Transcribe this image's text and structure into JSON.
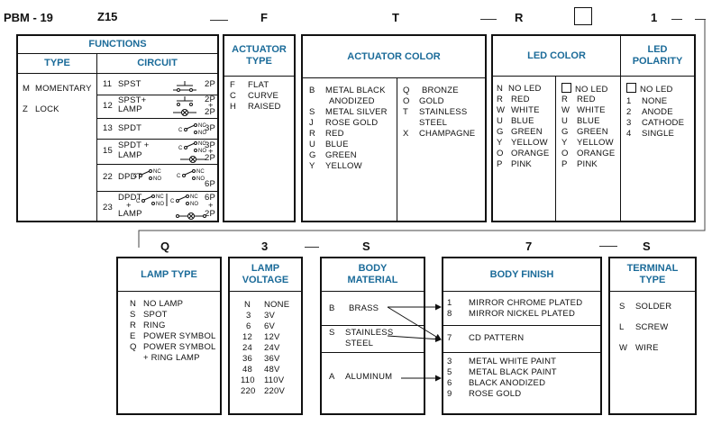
{
  "codes": {
    "model": "PBM - 19",
    "functions": "Z15",
    "actuator_type": "F",
    "actuator_color": "T",
    "led_color": "R",
    "led_polarity": "1",
    "lamp_type": "Q",
    "lamp_voltage": "3",
    "body_material": "S",
    "body_finish": "7",
    "terminal_type": "S"
  },
  "functions": {
    "title": "FUNCTIONS",
    "type_header": "TYPE",
    "circuit_header": "CIRCUIT",
    "types": [
      {
        "code": "M",
        "label": "MOMENTARY"
      },
      {
        "code": "Z",
        "label": "LOCK"
      }
    ],
    "circuits": [
      {
        "code": "11",
        "name": "SPST",
        "name2": "",
        "poles": "2P",
        "poles2": "",
        "poles3": ""
      },
      {
        "code": "12",
        "name": "SPST+",
        "name2": "LAMP",
        "poles": "2P",
        "poles2": "+",
        "poles3": "2P"
      },
      {
        "code": "13",
        "name": "SPDT",
        "name2": "",
        "poles": "3P",
        "poles2": "",
        "poles3": ""
      },
      {
        "code": "15",
        "name": "SPDT +",
        "name2": "LAMP",
        "poles": "3P",
        "poles2": "+",
        "poles3": "2P"
      },
      {
        "code": "22",
        "name": "DPDT",
        "name2": "",
        "poles": "6P",
        "poles2": "",
        "poles3": ""
      },
      {
        "code": "23",
        "name": "DPDT",
        "name2": "+",
        "name3": "LAMP",
        "poles": "6P",
        "poles2": "+",
        "poles3": "2P"
      }
    ],
    "contact_labels": {
      "c": "C",
      "nc": "NC",
      "no": "NO"
    }
  },
  "actuator_type": {
    "title_l1": "ACTUATOR",
    "title_l2": "TYPE",
    "items": [
      {
        "code": "F",
        "label": "FLAT"
      },
      {
        "code": "C",
        "label": "CURVE"
      },
      {
        "code": "H",
        "label": "RAISED"
      }
    ]
  },
  "actuator_color": {
    "title": "ACTUATOR COLOR",
    "col1": [
      {
        "code": "B",
        "label": "METAL BLACK"
      },
      {
        "code": "",
        "label": "ANODIZED"
      },
      {
        "code": "S",
        "label": "METAL SILVER"
      },
      {
        "code": "J",
        "label": "ROSE GOLD"
      },
      {
        "code": "R",
        "label": "RED"
      },
      {
        "code": "U",
        "label": "BLUE"
      },
      {
        "code": "G",
        "label": "GREEN"
      },
      {
        "code": "Y",
        "label": "YELLOW"
      }
    ],
    "col2": [
      {
        "code": "Q",
        "label": "BRONZE"
      },
      {
        "code": "O",
        "label": "GOLD"
      },
      {
        "code": "T",
        "label": "STAINLESS"
      },
      {
        "code": "",
        "label": "STEEL"
      },
      {
        "code": "X",
        "label": "CHAMPAGNE"
      }
    ]
  },
  "led_color": {
    "title": "LED COLOR",
    "col1": [
      {
        "code": "N",
        "label": "NO LED"
      },
      {
        "code": "R",
        "label": "RED"
      },
      {
        "code": "W",
        "label": "WHITE"
      },
      {
        "code": "U",
        "label": "BLUE"
      },
      {
        "code": "G",
        "label": "GREEN"
      },
      {
        "code": "Y",
        "label": "YELLOW"
      },
      {
        "code": "O",
        "label": "ORANGE"
      },
      {
        "code": "P",
        "label": "PINK"
      }
    ],
    "col2": [
      {
        "code": "",
        "label": "NO LED"
      },
      {
        "code": "R",
        "label": "RED"
      },
      {
        "code": "W",
        "label": "WHITE"
      },
      {
        "code": "U",
        "label": "BLUE"
      },
      {
        "code": "G",
        "label": "GREEN"
      },
      {
        "code": "Y",
        "label": "YELLOW"
      },
      {
        "code": "O",
        "label": "ORANGE"
      },
      {
        "code": "P",
        "label": "PINK"
      }
    ]
  },
  "led_polarity": {
    "title_l1": "LED",
    "title_l2": "POLARITY",
    "items": [
      {
        "code": "",
        "label": "NO LED"
      },
      {
        "code": "1",
        "label": "NONE"
      },
      {
        "code": "2",
        "label": "ANODE"
      },
      {
        "code": "3",
        "label": "CATHODE"
      },
      {
        "code": "4",
        "label": "SINGLE"
      }
    ]
  },
  "lamp_type": {
    "title": "LAMP TYPE",
    "items": [
      {
        "code": "N",
        "label": "NO LAMP"
      },
      {
        "code": "S",
        "label": "SPOT"
      },
      {
        "code": "R",
        "label": "RING"
      },
      {
        "code": "E",
        "label": "POWER SYMBOL"
      },
      {
        "code": "Q",
        "label": "POWER SYMBOL"
      },
      {
        "code": "",
        "label": "+ RING LAMP"
      }
    ]
  },
  "lamp_voltage": {
    "title_l1": "LAMP",
    "title_l2": "VOLTAGE",
    "items": [
      {
        "code": "N",
        "label": "NONE"
      },
      {
        "code": "3",
        "label": "3V"
      },
      {
        "code": "6",
        "label": "6V"
      },
      {
        "code": "12",
        "label": "12V"
      },
      {
        "code": "24",
        "label": "24V"
      },
      {
        "code": "36",
        "label": "36V"
      },
      {
        "code": "48",
        "label": "48V"
      },
      {
        "code": "110",
        "label": "110V"
      },
      {
        "code": "220",
        "label": "220V"
      }
    ]
  },
  "body_material": {
    "title_l1": "BODY",
    "title_l2": "MATERIAL",
    "items": [
      {
        "code": "B",
        "label": "BRASS",
        "label2": ""
      },
      {
        "code": "S",
        "label": "STAINLESS",
        "label2": "STEEL"
      },
      {
        "code": "A",
        "label": "ALUMINUM",
        "label2": ""
      }
    ]
  },
  "body_finish": {
    "title": "BODY FINISH",
    "group1": [
      {
        "code": "1",
        "label": "MIRROR CHROME PLATED"
      },
      {
        "code": "8",
        "label": "MIRROR NICKEL PLATED"
      }
    ],
    "group2": [
      {
        "code": "7",
        "label": "CD PATTERN"
      }
    ],
    "group3": [
      {
        "code": "3",
        "label": "METAL WHITE PAINT"
      },
      {
        "code": "5",
        "label": "METAL BLACK PAINT"
      },
      {
        "code": "6",
        "label": "BLACK ANODIZED"
      },
      {
        "code": "9",
        "label": "ROSE GOLD"
      }
    ]
  },
  "terminal_type": {
    "title_l1": "TERMINAL",
    "title_l2": "TYPE",
    "items": [
      {
        "code": "S",
        "label": "SOLDER"
      },
      {
        "code": "L",
        "label": "SCREW"
      },
      {
        "code": "W",
        "label": "WIRE"
      }
    ]
  },
  "colors": {
    "header_text": "#1b6b99",
    "line": "#111111"
  }
}
